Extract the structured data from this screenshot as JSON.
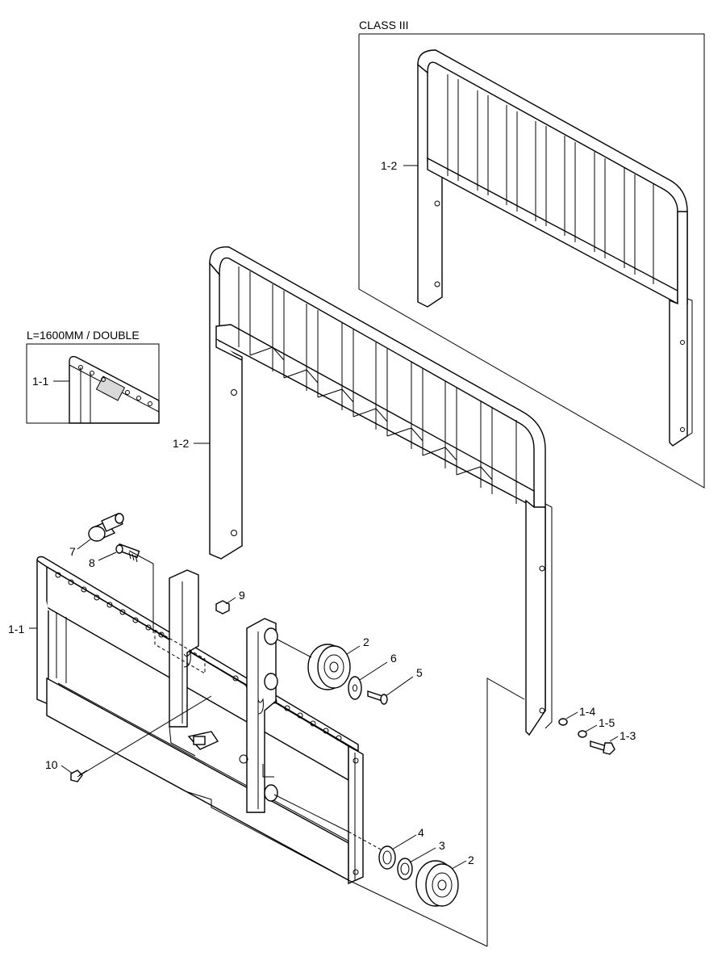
{
  "insets": {
    "class3_title": "CLASS III",
    "double_title": "L=1600MM / DOUBLE"
  },
  "callouts": {
    "c1_1_inset": "1-1",
    "c1_2_top": "1-2",
    "c1_2_main": "1-2",
    "c1_1_main": "1-1",
    "c7": "7",
    "c8": "8",
    "c9": "9",
    "c2_upper": "2",
    "c6": "6",
    "c5": "5",
    "c1_4": "1-4",
    "c1_5": "1-5",
    "c1_3": "1-3",
    "c10": "10",
    "c4": "4",
    "c3": "3",
    "c2_lower": "2"
  }
}
